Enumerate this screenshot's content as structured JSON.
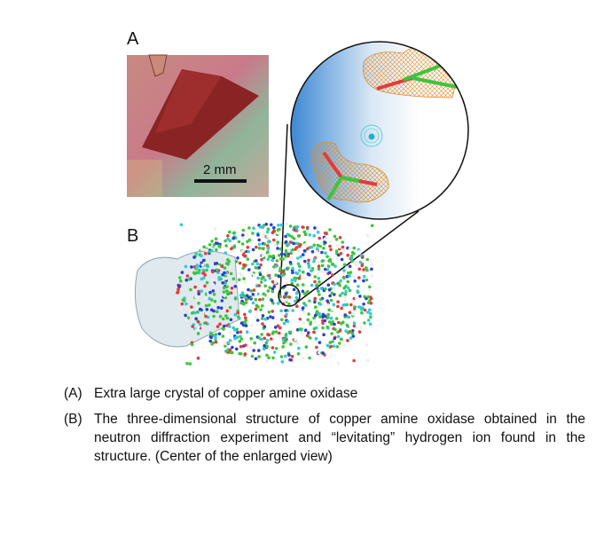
{
  "figure": {
    "panel_a_label": "A",
    "panel_b_label": "B",
    "scale_bar_label": "2 mm"
  },
  "captions": [
    {
      "tag": "(A)",
      "text": "Extra large crystal of copper amine oxidase"
    },
    {
      "tag": "(B)",
      "text": "The three-dimensional structure of copper amine oxidase obtained in the neutron diffraction experiment and “levitating” hydrogen ion found in the structure. (Center of the enlarged view)"
    }
  ],
  "colors": {
    "mesh": "#e08a2a",
    "carbon": "#3ec43e",
    "oxygen": "#e33b3b",
    "nitrogen": "#2a3fd6",
    "hydrogen_mesh": "#35c8d8"
  }
}
